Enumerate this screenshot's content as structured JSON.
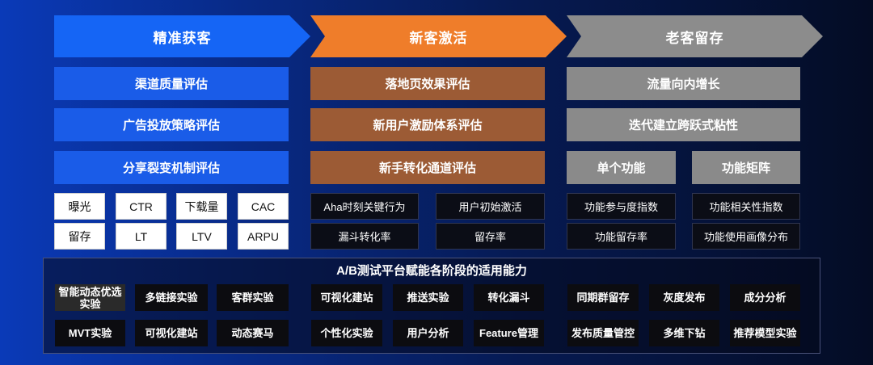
{
  "stages": [
    {
      "title": "精准获客",
      "color": "#1565f5"
    },
    {
      "title": "新客激活",
      "color": "#ef7d2a"
    },
    {
      "title": "老客留存",
      "color": "#8c8c8c"
    }
  ],
  "acquisition": {
    "evals": [
      "渠道质量评估",
      "广告投放策略评估",
      "分享裂变机制评估"
    ],
    "metrics": [
      "曝光",
      "CTR",
      "下载量",
      "CAC",
      "留存",
      "LT",
      "LTV",
      "ARPU"
    ]
  },
  "activation": {
    "evals": [
      "落地页效果评估",
      "新用户激励体系评估",
      "新手转化通道评估"
    ],
    "metrics": [
      "Aha时刻关键行为",
      "用户初始激活",
      "漏斗转化率",
      "留存率"
    ]
  },
  "retention": {
    "evals": [
      "流量向内增长",
      "迭代建立跨跃式粘性"
    ],
    "features": [
      "单个功能",
      "功能矩阵"
    ],
    "metrics": [
      "功能参与度指数",
      "功能相关性指数",
      "功能留存率",
      "功能使用画像分布"
    ]
  },
  "platform": {
    "title": "A/B测试平台赋能各阶段的适用能力",
    "row1": [
      "智能动态优选实验",
      "多链接实验",
      "客群实验",
      "可视化建站",
      "推送实验",
      "转化漏斗",
      "同期群留存",
      "灰度发布",
      "成分分析"
    ],
    "row2": [
      "MVT实验",
      "可视化建站",
      "动态赛马",
      "个性化实验",
      "用户分析",
      "Feature管理",
      "发布质量管控",
      "多维下钻",
      "推荐模型实验"
    ]
  }
}
